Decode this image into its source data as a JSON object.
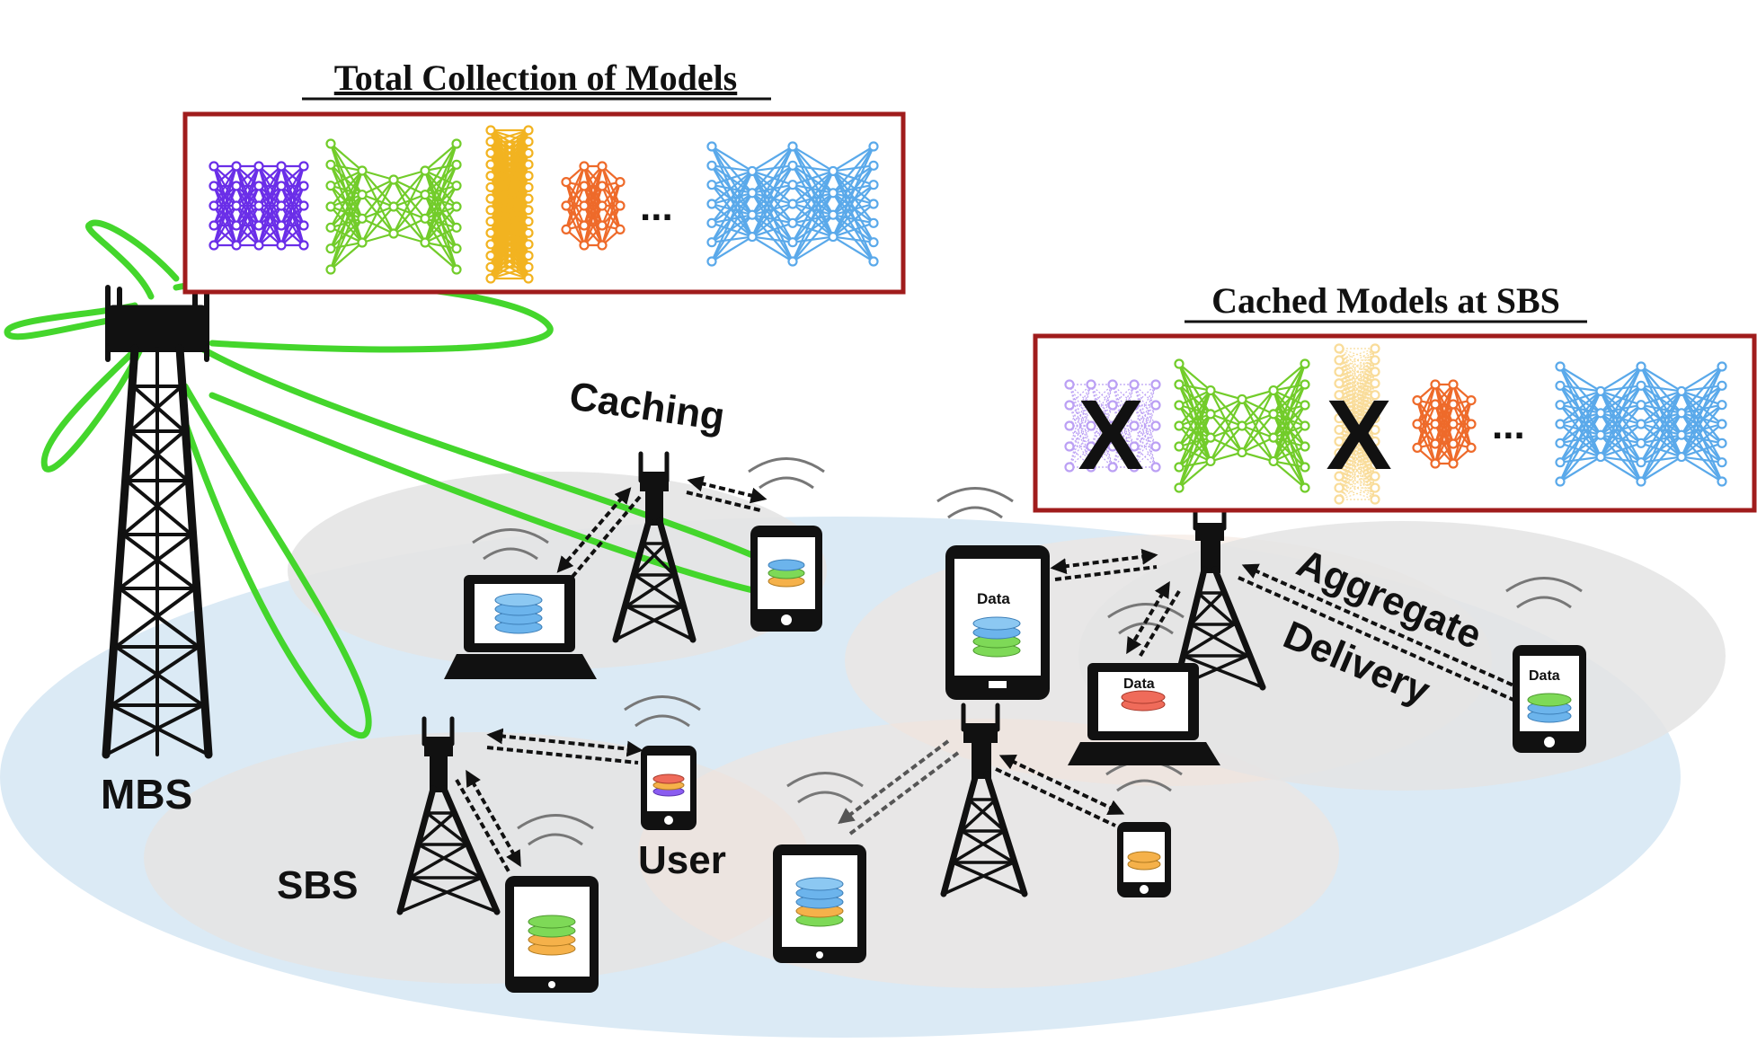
{
  "titles": {
    "total_collection": "Total Collection of Models",
    "cached_models": "Cached Models at SBS"
  },
  "labels": {
    "mbs": "MBS",
    "sbs": "SBS",
    "user": "User",
    "caching": "Caching",
    "aggregate": "Aggregate",
    "delivery": "Delivery",
    "data": "Data",
    "ellipsis": "...",
    "cross": "X"
  },
  "colors": {
    "frame": "#a01c1c",
    "beam": "#44d62c",
    "cell_blue": "#dbeaf5",
    "cell_gray": "#e4e4e4",
    "cell_peach": "#f3e3da",
    "model_purple": "#6a2ee8",
    "model_green": "#72cc2a",
    "model_yellow": "#f2b320",
    "model_orange": "#ee6a2a",
    "model_blue": "#5aa9ea",
    "db_blue": "#6cb4ec",
    "db_green": "#7ed957",
    "db_orange": "#f5b14a",
    "db_red": "#ef6b5a",
    "db_purple": "#8a5cf0"
  },
  "models": {
    "total": [
      "purple-cube-net",
      "green-bowtie-net",
      "yellow-thin-net",
      "orange-small-net",
      "blue-wide-net"
    ],
    "cached": [
      "purple-net-removed",
      "green-bowtie-net",
      "yellow-net-removed",
      "orange-small-net",
      "blue-wide-net"
    ]
  }
}
